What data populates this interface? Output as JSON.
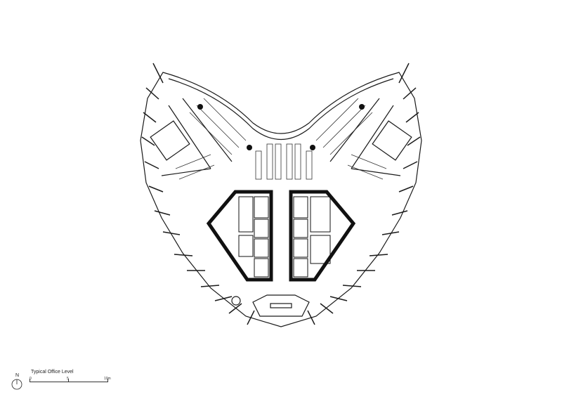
{
  "drawing": {
    "type": "architectural floor plan",
    "title": "Typical Office Level",
    "north_label": "N",
    "scale": {
      "ticks": [
        "0",
        "5",
        "10m"
      ]
    },
    "colors": {
      "line": "#1a1a1a",
      "background": "#ffffff",
      "core_wall": "#111111"
    }
  }
}
